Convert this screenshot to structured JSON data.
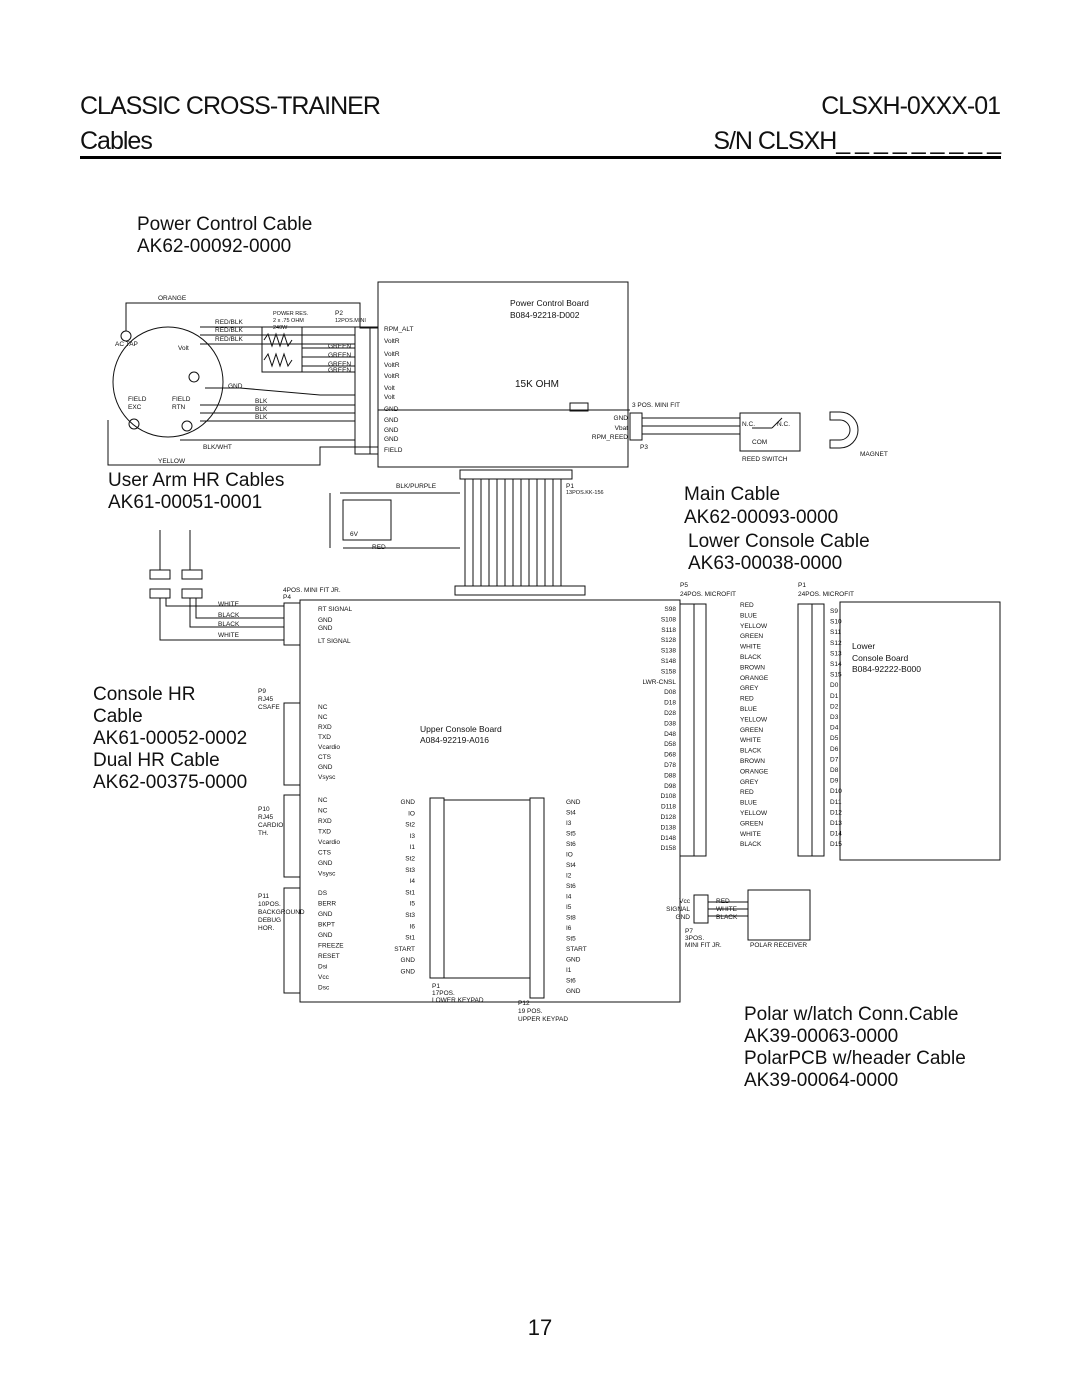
{
  "header": {
    "title": "CLASSIC CROSS-TRAINER",
    "model": "CLSXH-0XXX-01",
    "section": "Cables",
    "serial": "S/N CLSXH_ _ _ _ _ _ _ _ _"
  },
  "labels": {
    "power_cable": "Power Control Cable",
    "power_cable_pn": "AK62-00092-0000",
    "user_arm": "User Arm HR Cables",
    "user_arm_pn": "AK61-00051-0001",
    "console_hr_1": "Console HR",
    "console_hr_2": "Cable",
    "console_hr_pn": "AK61-00052-0002",
    "dual_hr": "Dual HR Cable",
    "dual_hr_pn": "AK62-00375-0000",
    "main_cable": "Main Cable",
    "main_cable_pn": "AK62-00093-0000",
    "lower_console": "Lower Console Cable",
    "lower_console_pn": "AK63-00038-0000",
    "polar_latch": "Polar w/latch Conn.Cable",
    "polar_latch_pn": "AK39-00063-0000",
    "polar_pcb": "PolarPCB w/header Cable",
    "polar_pcb_pn": "AK39-00064-0000"
  },
  "power_board": {
    "name": "Power Control Board",
    "pn": "B084-92218-D002",
    "resistor": "15K OHM",
    "p2": "P2",
    "p2_type": "12POS.MINI",
    "power_res": "POWER RES.",
    "power_res_val": "2 x .75 OHM",
    "power_res_w": "240W",
    "pins": [
      "RPM_ALT",
      "VoltR",
      "VoltR",
      "VoltR",
      "VoltR",
      "Volt",
      "Volt",
      "GND",
      "GND",
      "GND",
      "GND",
      "FIELD"
    ],
    "wires": [
      "RED/BLK",
      "RED/BLK",
      "RED/BLK",
      "GREEN",
      "GREEN",
      "GREEN",
      "GREEN",
      "GND",
      "BLK",
      "BLK",
      "BLK",
      "BLK/WHT"
    ],
    "orange": "ORANGE",
    "ac_tap": "AC TAP",
    "volt": "Volt",
    "field_exc_1": "FIELD",
    "field_exc_2": "EXC",
    "field_rtn_1": "FIELD",
    "field_rtn_2": "RTN",
    "yellow": "YELLOW",
    "p3_header": "3 POS. MINI FIT",
    "p3": "P3",
    "p3_pins": [
      "GND",
      "Vbat",
      "RPM_REED"
    ],
    "reed_switch": "REED SWITCH",
    "nc_left": "N.C.",
    "nc_right": "N.C.",
    "com": "COM",
    "magnet": "MAGNET",
    "p1": "P1",
    "p1_type": "13POS.KK-156",
    "blk_purple": "BLK/PURPLE",
    "battery": "6V",
    "red": "RED"
  },
  "upper_board": {
    "name": "Upper Console Board",
    "pn": "A084-92219-A016",
    "p4": "4POS. MINI FIT JR.",
    "p4_id": "P4",
    "p4_pins": [
      "RT SIGNAL",
      "GND",
      "GND",
      "LT SIGNAL"
    ],
    "p4_wires": [
      "WHITE",
      "BLACK",
      "BLACK",
      "WHITE"
    ],
    "p9": "P9",
    "p9_type": "RJ45",
    "p9_name": "CSAFE",
    "p9_pins": [
      "NC",
      "NC",
      "RXD",
      "TXD",
      "Vcardio",
      "CTS",
      "GND",
      "Vsysc"
    ],
    "p10": "P10",
    "p10_type": "RJ45",
    "p10_name_1": "CARDIO",
    "p10_name_2": "TH.",
    "p10_pins": [
      "NC",
      "NC",
      "RXD",
      "TXD",
      "Vcardio",
      "CTS",
      "GND",
      "Vsysc"
    ],
    "p11": "P11",
    "p11_type": "10POS.",
    "p11_name_1": "BACKGROUND",
    "p11_name_2": "DEBUG",
    "p11_name_3": "HOR.",
    "p11_pins": [
      "DS",
      "BERR",
      "GND",
      "BKPT",
      "GND",
      "FREEZE",
      "RESET",
      "Dsi",
      "Vcc",
      "Dsc"
    ],
    "p1_kp": "P1",
    "p1_kp_type": "17POS.",
    "p1_kp_name": "LOWER KEYPAD",
    "p1_kp_pins": [
      "GND",
      "IO",
      "St2",
      "I3",
      "I1",
      "St2",
      "St3",
      "I4",
      "St1",
      "I5",
      "St3",
      "I6",
      "St1",
      "START",
      "GND",
      "GND"
    ],
    "p12": "P12",
    "p12_type": "19 POS.",
    "p12_name": "UPPER KEYPAD",
    "p12_pins": [
      "GND",
      "St4",
      "I3",
      "St5",
      "St6",
      "IO",
      "St4",
      "I2",
      "St6",
      "I4",
      "I5",
      "St8",
      "I6",
      "St5",
      "START",
      "GND",
      "I1",
      "St6",
      "GND"
    ],
    "p5": "P5",
    "p5_type": "24POS. MICROFIT",
    "p5_pins": [
      "S98",
      "S108",
      "S118",
      "S128",
      "S138",
      "S148",
      "S158",
      "LWR-CNSL",
      "D08",
      "D18",
      "D28",
      "D38",
      "D48",
      "D58",
      "D68",
      "D78",
      "D88",
      "D98",
      "D108",
      "D118",
      "D128",
      "D138",
      "D148",
      "D158"
    ],
    "p7": "P7",
    "p7_type": "3POS.",
    "p7_name": "MINI FIT JR.",
    "p7_pins": [
      "Vcc",
      "SIGNAL",
      "GND"
    ],
    "p7_wires": [
      "RED",
      "WHITE",
      "BLACK"
    ],
    "polar_receiver": "POLAR RECEIVER"
  },
  "lower_board": {
    "p1": "P1",
    "p1_type": "24POS. MICROFIT",
    "name_1": "Lower",
    "name_2": "Console Board",
    "pn": "B084-92222-B000",
    "pins": [
      "S9",
      "S10",
      "S11",
      "S12",
      "S13",
      "S14",
      "S15",
      "D0",
      "D1",
      "D2",
      "D3",
      "D4",
      "D5",
      "D6",
      "D7",
      "D8",
      "D9",
      "D10",
      "D11",
      "D12",
      "D13",
      "D14",
      "D15"
    ],
    "wires": [
      "RED",
      "BLUE",
      "YELLOW",
      "GREEN",
      "WHITE",
      "BLACK",
      "BROWN",
      "ORANGE",
      "GREY",
      "RED",
      "BLUE",
      "YELLOW",
      "GREEN",
      "WHITE",
      "BLACK",
      "BROWN",
      "ORANGE",
      "GREY",
      "RED",
      "BLUE",
      "YELLOW",
      "GREEN",
      "WHITE",
      "BLACK"
    ]
  },
  "page_number": "17"
}
